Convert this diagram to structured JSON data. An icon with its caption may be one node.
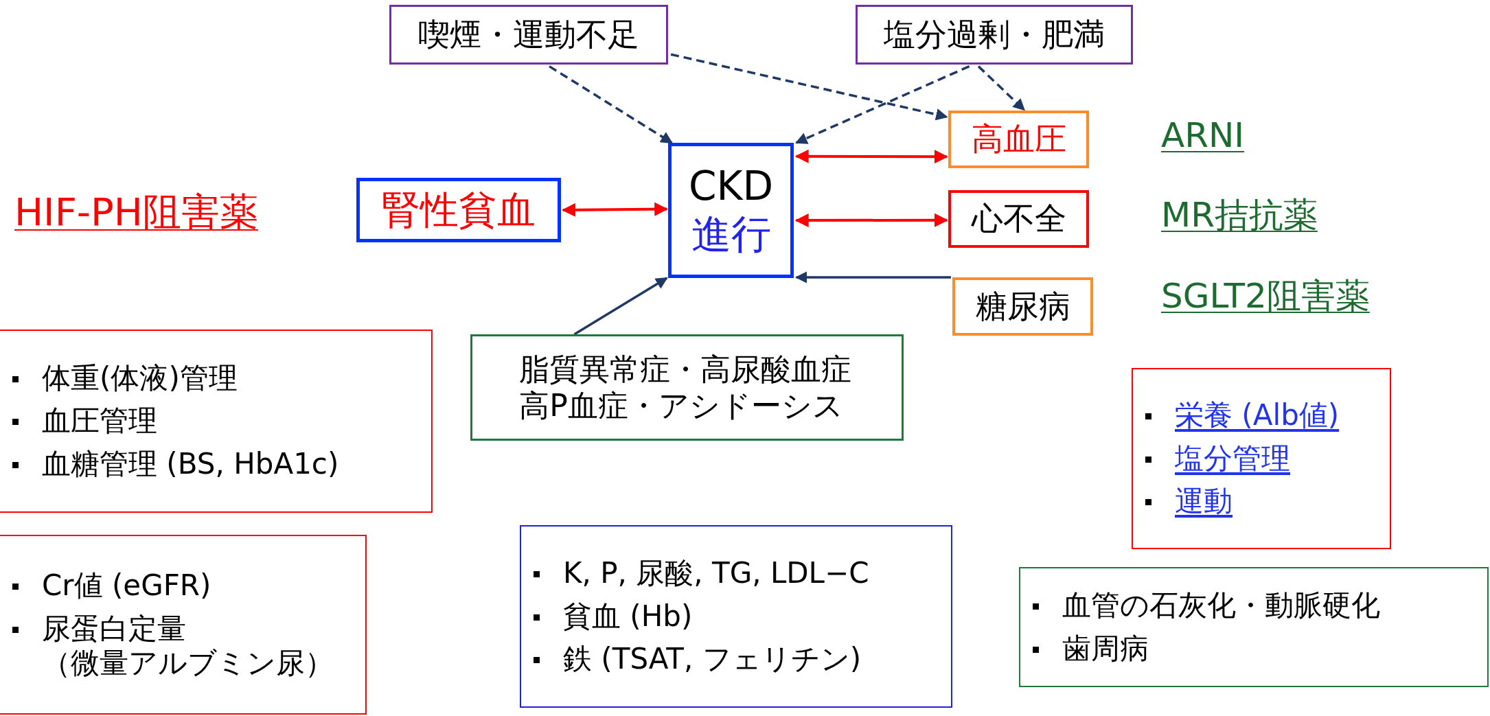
{
  "diagram": {
    "nodes": [
      {
        "text": [
          "喫煙・運動不足"
        ]
      },
      {
        "text": [
          "塩分過剰・肥満"
        ]
      },
      {
        "text": [
          "CKD",
          "進行"
        ]
      },
      {
        "text": [
          "腎性貧血"
        ]
      },
      {
        "text": [
          "高血圧"
        ]
      },
      {
        "text": [
          "心不全"
        ]
      },
      {
        "text": [
          "糖尿病"
        ]
      },
      {
        "text": [
          "脂質異常症・高尿酸血症高P血症・アシドーシス"
        ]
      },
      {
        "text": [
          "体重(体液)管理",
          "血圧管理",
          "血糖管理 (BS, HbA1c)"
        ]
      },
      {
        "text": [
          "Cr値 (eGFR)",
          "尿蛋白定量（微量アルブミン尿）"
        ]
      },
      {
        "text": [
          "K,  P, 尿酸, TG, LDL−C",
          "貧血 (Hb)",
          "鉄 (TSAT, フェリチン)"
        ]
      },
      {
        "text": [
          "栄養 (Alb値)",
          "塩分管理",
          "運動"
        ]
      },
      {
        "text": [
          "血管の石灰化・動脈硬化",
          "歯周病"
        ]
      }
    ],
    "edges": [
      {
        "from": 0,
        "to": 2,
        "arrow": "to",
        "style": "dashed"
      },
      {
        "from": 0,
        "to": 4,
        "arrow": "to",
        "style": "dashed"
      },
      {
        "from": 1,
        "to": 2,
        "arrow": "to",
        "style": "dashed"
      },
      {
        "from": 1,
        "to": 4,
        "arrow": "to",
        "style": "dashed"
      },
      {
        "from": 3,
        "to": 2,
        "arrow": "both",
        "color": "#ff0000"
      },
      {
        "from": 2,
        "to": 4,
        "arrow": "both",
        "color": "#ff0000"
      },
      {
        "from": 2,
        "to": 5,
        "arrow": "both",
        "color": "#ff0000"
      },
      {
        "from": 6,
        "to": 2,
        "arrow": "to"
      },
      {
        "from": 7,
        "to": 2,
        "arrow": "to"
      }
    ],
    "labels": [
      "HIF-PH阻害薬",
      "ARNI",
      "MR拮抗薬",
      "SGLT2阻害薬"
    ]
  }
}
